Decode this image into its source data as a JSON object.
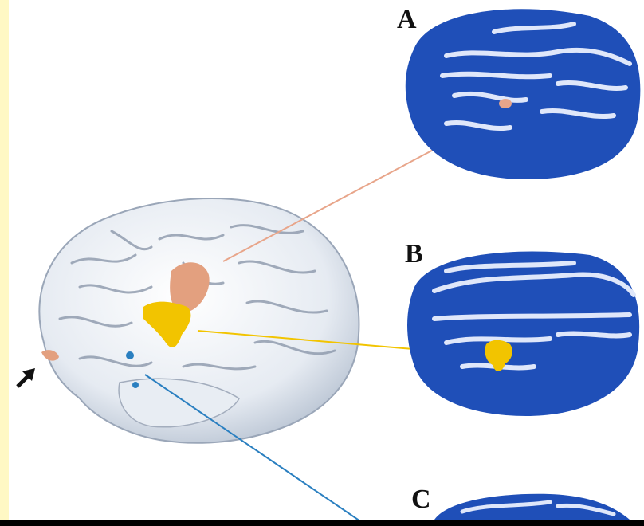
{
  "figure": {
    "panels": [
      {
        "letter": "A",
        "view": "brain-slice",
        "highlight_color": "#e8a58a"
      },
      {
        "letter": "B",
        "view": "brain-slice",
        "highlight_color": "#f2c400"
      },
      {
        "letter": "C",
        "view": "brain-slice",
        "highlight_color": "#2a7fc0"
      }
    ],
    "colors": {
      "slice_blue": "#1f4fb8",
      "slice_white": "#e9eefb",
      "cortex_white": "#eef2f7",
      "region_a": "#e8a58a",
      "region_b": "#f2c400",
      "region_c": "#2a7fc0",
      "arrow": "#111111",
      "side_band": "#fff8c4"
    }
  }
}
